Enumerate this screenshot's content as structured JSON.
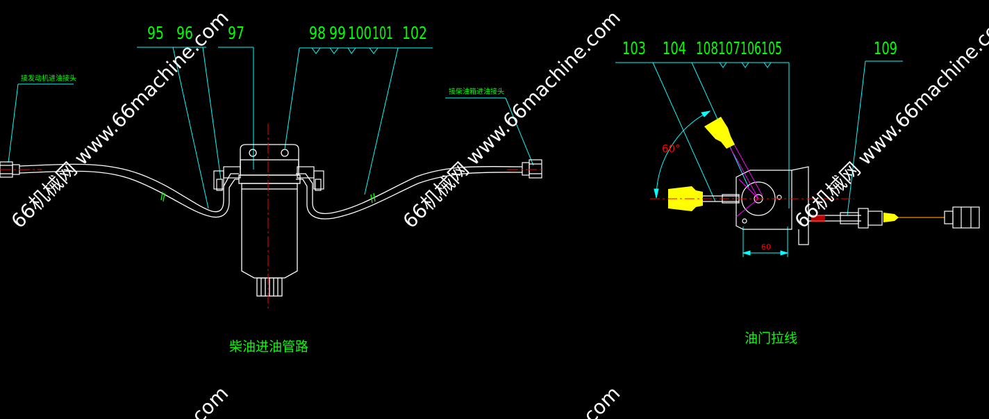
{
  "left_diagram": {
    "callouts": [
      "95",
      "96",
      "97",
      "98",
      "99",
      "100",
      "101",
      "102"
    ],
    "label_engine_inlet": "接发动机进油接头",
    "label_tank_inlet": "接柴油箱进油接头",
    "caption": "柴油进油管路"
  },
  "right_diagram": {
    "callouts": [
      "103",
      "104",
      "108",
      "107",
      "106",
      "105",
      "109"
    ],
    "angle_label": "60°",
    "dim_label": "60",
    "caption": "油门拉线"
  },
  "watermark": {
    "text": "66机械网 www.66machine.com",
    "partial": "com"
  },
  "colors": {
    "background": "#000000",
    "line": "#ffffff",
    "callout": "#00ffff",
    "callout_text": "#00ff00",
    "centerline": "#ff0000",
    "handle": "#ffff00",
    "linkage": "#ff00ff",
    "watermark": "#ffffff"
  }
}
